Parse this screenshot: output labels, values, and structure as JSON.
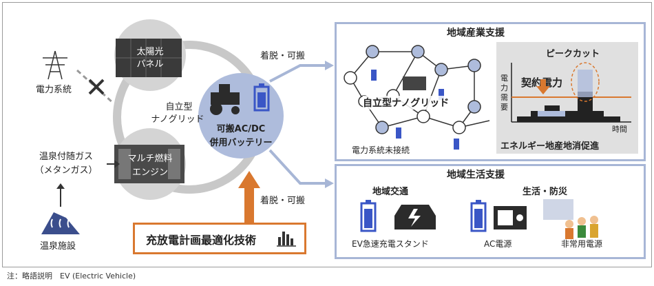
{
  "left": {
    "power_grid": "電力系統",
    "solar_panel": [
      "太陽光",
      "パネル"
    ],
    "self_supporting": [
      "自立型",
      "ナノグリッド"
    ],
    "hot_spring_gas": [
      "温泉付随ガス",
      "（メタンガス）"
    ],
    "multi_fuel_engine": [
      "マルチ燃料",
      "エンジン"
    ],
    "hot_spring_facility": "温泉施設",
    "battery": [
      "可搬AC/DC",
      "併用バッテリー"
    ]
  },
  "arrows": {
    "detach_top": "着脱・可搬",
    "detach_bottom": "着脱・可搬"
  },
  "tech": {
    "label": "充放電計画最適化技術"
  },
  "industry": {
    "title": "地域産業支援",
    "nanogrid_label": "自立型ナノグリッド",
    "unconnected_label": "電力系統未接続",
    "chart": {
      "peak_cut": "ピークカット",
      "contract_power": "契約電力",
      "ylabel": [
        "電",
        "力",
        "需",
        "要"
      ],
      "xlabel": "時間",
      "caption": "エネルギー地産地消促進"
    }
  },
  "life": {
    "title": "地域生活支援",
    "traffic": "地域交通",
    "ev_station": "EV急速充電スタンド",
    "ac_power": "AC電源",
    "life_disaster": "生活・防災",
    "emergency_power": "非常用電源"
  },
  "footnote": "注：略語説明　EV (Electric Vehicle)",
  "colors": {
    "panel_border": "#a7b6d6",
    "accent_orange": "#d9782f",
    "battery_blue": "#3a56c6",
    "circle_gray": "#d4d4d4",
    "battery_circle": "#aebcdc"
  }
}
